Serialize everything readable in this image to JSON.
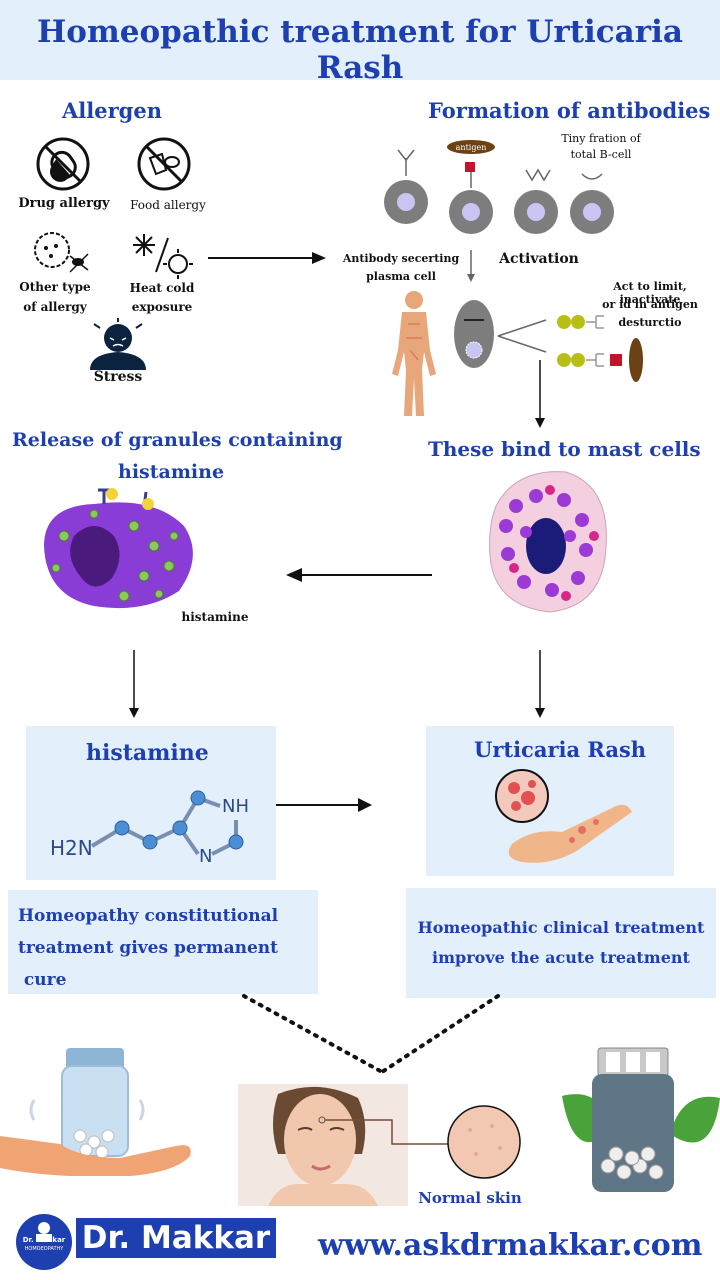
{
  "header": {
    "title": "Homeopathic treatment for Urticaria Rash"
  },
  "allergen": {
    "title": "Allergen",
    "items": {
      "drug": "Drug allergy",
      "food": "Food allergy",
      "other_line1": "Other type",
      "other_line2": "of allergy",
      "heat_line1": "Heat cold",
      "heat_line2": "exposure",
      "stress": "Stress"
    }
  },
  "antibodies": {
    "title": "Formation of antibodies",
    "antigen_tag": "antigen",
    "tiny_line1": "Tiny fration of",
    "tiny_line2": "total B-cell",
    "plasma_line1": "Antibody secerting",
    "plasma_line2": "plasma cell",
    "activation": "Activation",
    "act_line1": "Act to limit, inactivate",
    "act_line2": "or  id in antigen",
    "act_line3": "desturctio",
    "antigen_vertical": "antigen"
  },
  "release": {
    "title_line1": "Release of granules containing",
    "title_line2": "histamine",
    "histamine_label": "histamine"
  },
  "mast": {
    "title": "These bind to mast cells"
  },
  "histamine_panel": {
    "title": "histamine",
    "formula_h2n": "H2N",
    "formula_nh": "NH",
    "formula_n": "N"
  },
  "rash_panel": {
    "title": "Urticaria Rash"
  },
  "constitutional": {
    "line1": "Homeopathy  constitutional",
    "line2": "treatment gives permanent",
    "line3": " cure"
  },
  "clinical": {
    "line1": "Homeopathic clinical treatment",
    "line2": "improve the acute treatment"
  },
  "normal_skin": "Normal skin",
  "footer": {
    "logo_circle_line1": "Dr. Makkar",
    "logo_circle_line2": "HOMOEOPATHY",
    "logo_text": "Dr. Makkar",
    "url": "www.askdrmakkar.com"
  },
  "colors": {
    "title_blue": "#1d3fb0",
    "panel_bg": "#e3effb",
    "mast_purple": "#8a3dd6",
    "skin": "#e8a77a"
  }
}
